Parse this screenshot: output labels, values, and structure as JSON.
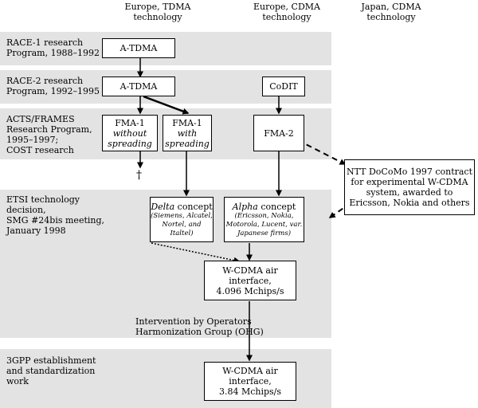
{
  "columns": {
    "europe_tdma": "Europe, TDMA\ntechnology",
    "europe_cdma": "Europe, CDMA\ntechnology",
    "japan_cdma": "Japan, CDMA\ntechnology"
  },
  "phases": {
    "race1": "RACE-1 research\nProgram, 1988–1992",
    "race2": "RACE-2 research\nProgram, 1992–1995",
    "acts": "ACTS/FRAMES\nResearch Program,\n1995–1997;\nCOST research",
    "etsi": "ETSI technology\ndecision,\nSMG #24bis meeting,\nJanuary 1998",
    "threegpp": "3GPP establishment\nand standardization\nwork"
  },
  "boxes": {
    "atdma1": "A-TDMA",
    "atdma2": "A-TDMA",
    "codit": "CoDIT",
    "fma1a": {
      "line1": "FMA-1",
      "line2": "without",
      "line3": "spreading"
    },
    "fma1b": {
      "line1": "FMA-1",
      "line2": "with",
      "line3": "spreading"
    },
    "fma2": "FMA-2",
    "ntt": "NTT DoCoMo 1997 contract\nfor experimental W-CDMA\nsystem, awarded to\nEricsson, Nokia and others",
    "delta": {
      "name": "Delta",
      "word": " concept",
      "detail": "(Siemens, Alcatel,\nNortel, and Italtel)"
    },
    "alpha": {
      "name": "Alpha",
      "word": " concept",
      "detail": "(Ericsson, Nokia,\nMotorola, Lucent, var.\nJapanese firms)"
    },
    "wcdma1": "W-CDMA air\ninterface,\n4.096 Mchips/s",
    "wcdma2": "W-CDMA air\ninterface,\n3.84 Mchips/s"
  },
  "dagger": "†",
  "ohg": "Intervention by Operators\nHarmonization Group (OHG)"
}
